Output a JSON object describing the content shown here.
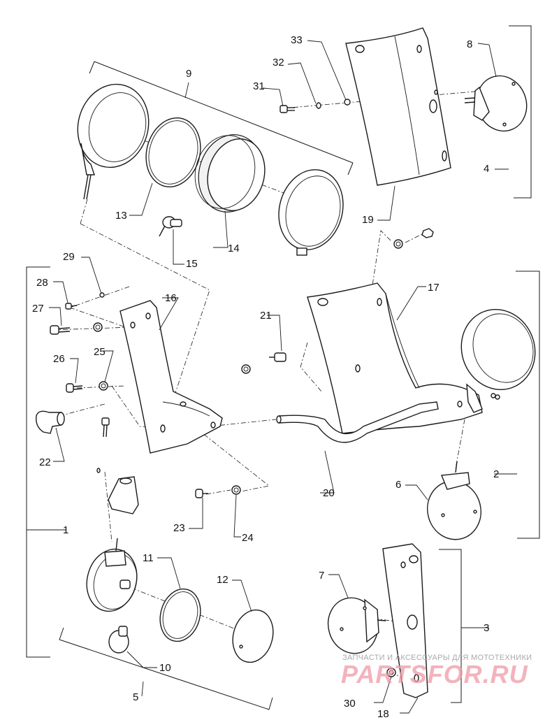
{
  "callouts": [
    "1",
    "2",
    "3",
    "4",
    "5",
    "6",
    "7",
    "8",
    "9",
    "10",
    "11",
    "12",
    "13",
    "14",
    "15",
    "16",
    "17",
    "18",
    "19",
    "20",
    "21",
    "22",
    "23",
    "24",
    "25",
    "26",
    "27",
    "28",
    "29",
    "30",
    "31",
    "32",
    "33"
  ],
  "watermark": {
    "tagline": "ЗАПЧАСТИ И АКСЕССУАРЫ ДЛЯ МОТОТЕХНИКИ",
    "brand": "PARTSFOR.RU",
    "brand_color": "#ef9aa6",
    "tagline_color": "#a9a9a9"
  }
}
